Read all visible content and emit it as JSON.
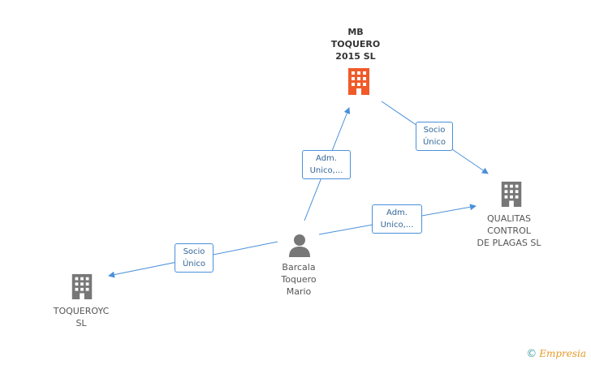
{
  "nodes": {
    "mb_toquero": {
      "lines": [
        "MB",
        "TOQUERO",
        "2015 SL"
      ],
      "color": "#f05a2a"
    },
    "qualitas": {
      "lines": [
        "QUALITAS",
        "CONTROL",
        "DE PLAGAS SL"
      ],
      "color": "#777777"
    },
    "toqueroyc": {
      "lines": [
        "TOQUEROYC",
        "SL"
      ],
      "color": "#777777"
    },
    "barcala": {
      "lines": [
        "Barcala",
        "Toquero",
        "Mario"
      ],
      "color": "#777777"
    }
  },
  "edges": {
    "e1": {
      "lines": [
        "Adm.",
        "Unico,..."
      ]
    },
    "e2": {
      "lines": [
        "Socio",
        "Único"
      ]
    },
    "e3": {
      "lines": [
        "Adm.",
        "Unico,..."
      ]
    },
    "e4": {
      "lines": [
        "Socio",
        "Único"
      ]
    }
  },
  "colors": {
    "edge": "#4a90d9",
    "accent": "#f05a2a"
  },
  "footer": {
    "copyright": "©",
    "brand": "Empresia"
  }
}
